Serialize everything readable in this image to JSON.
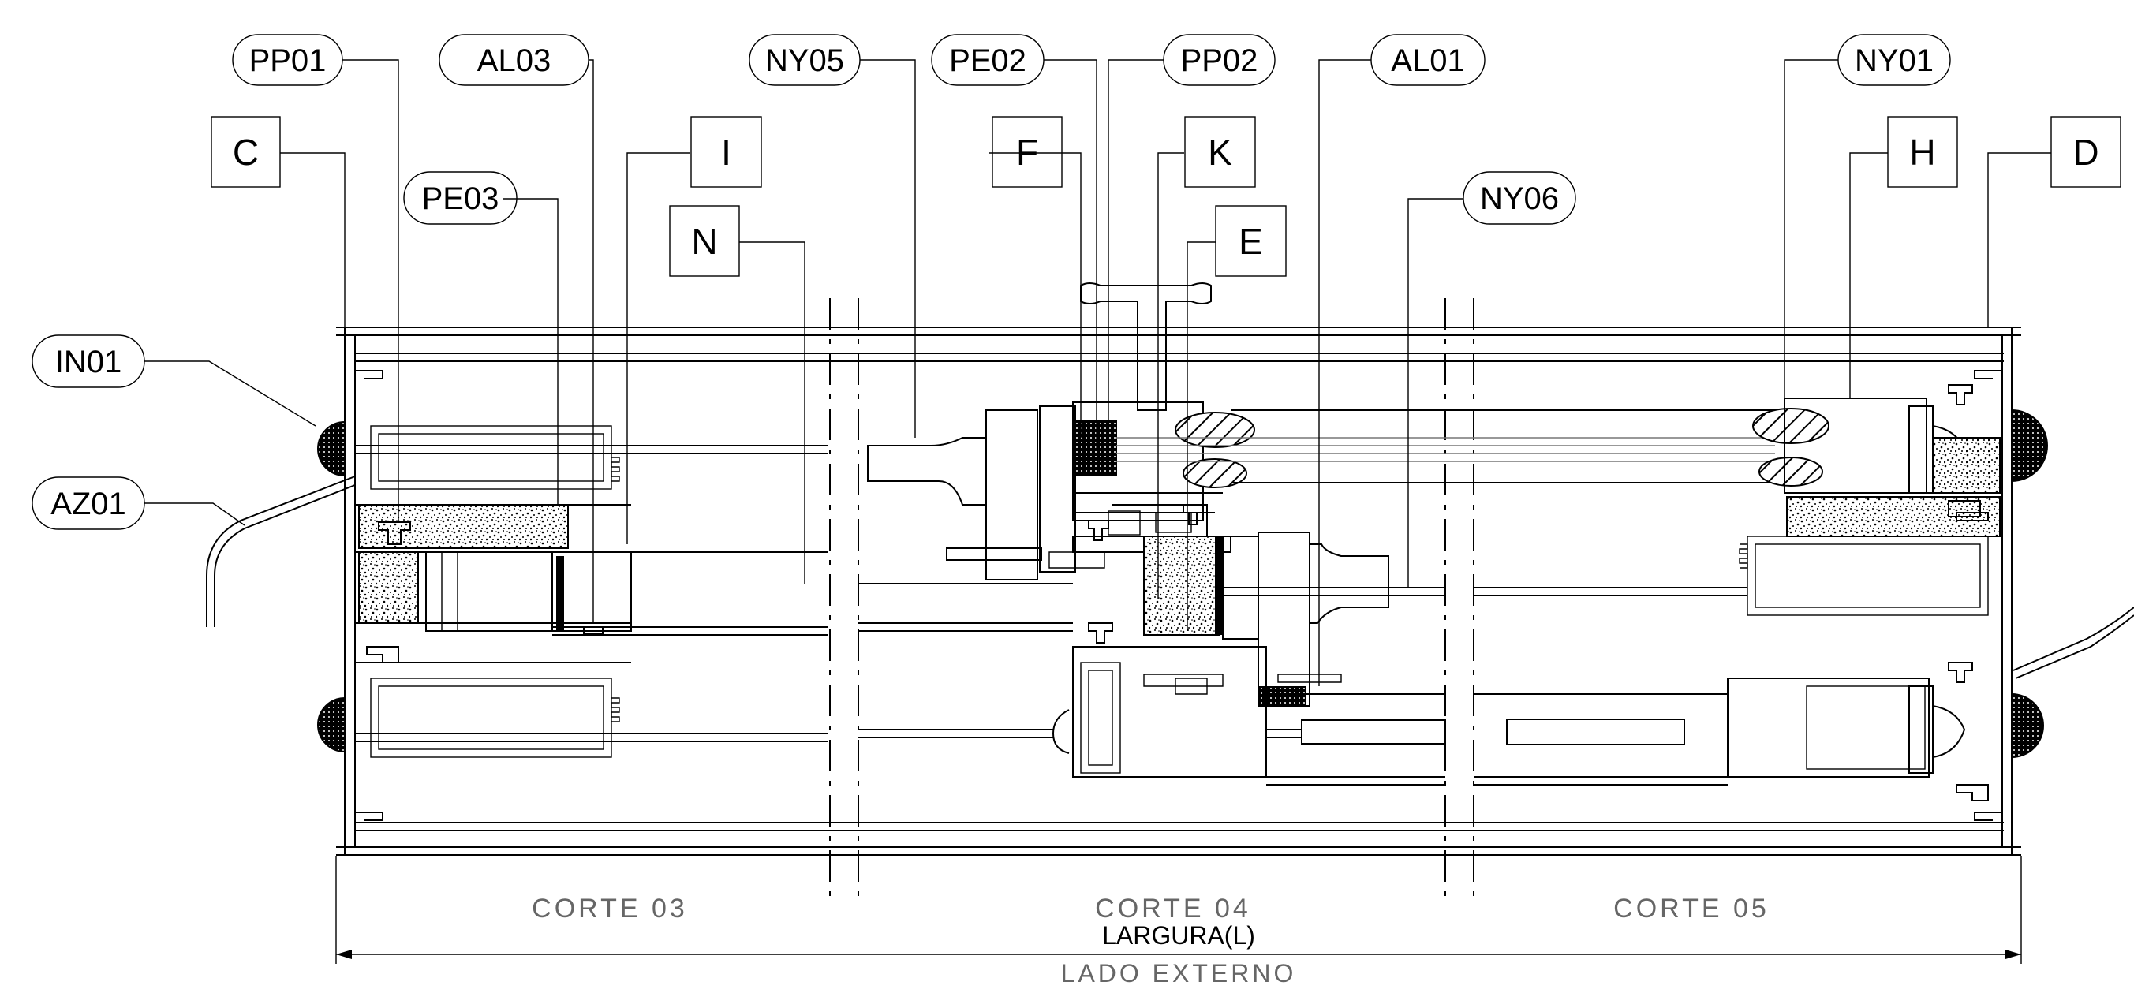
{
  "callouts": {
    "PP01": "PP01",
    "AL03": "AL03",
    "NY05": "NY05",
    "PE02": "PE02",
    "PP02": "PP02",
    "AL01": "AL01",
    "NY01": "NY01",
    "PE03": "PE03",
    "NY06": "NY06",
    "IN01": "IN01",
    "AZ01": "AZ01"
  },
  "markers": {
    "C": "C",
    "I": "I",
    "N": "N",
    "F": "F",
    "K": "K",
    "E": "E",
    "H": "H",
    "D": "D"
  },
  "sections": {
    "corte_03": "CORTE 03",
    "corte_04": "CORTE 04",
    "corte_05": "CORTE 05"
  },
  "dimension": {
    "width_label": "LARGURA(L)",
    "side_label": "LADO EXTERNO"
  }
}
